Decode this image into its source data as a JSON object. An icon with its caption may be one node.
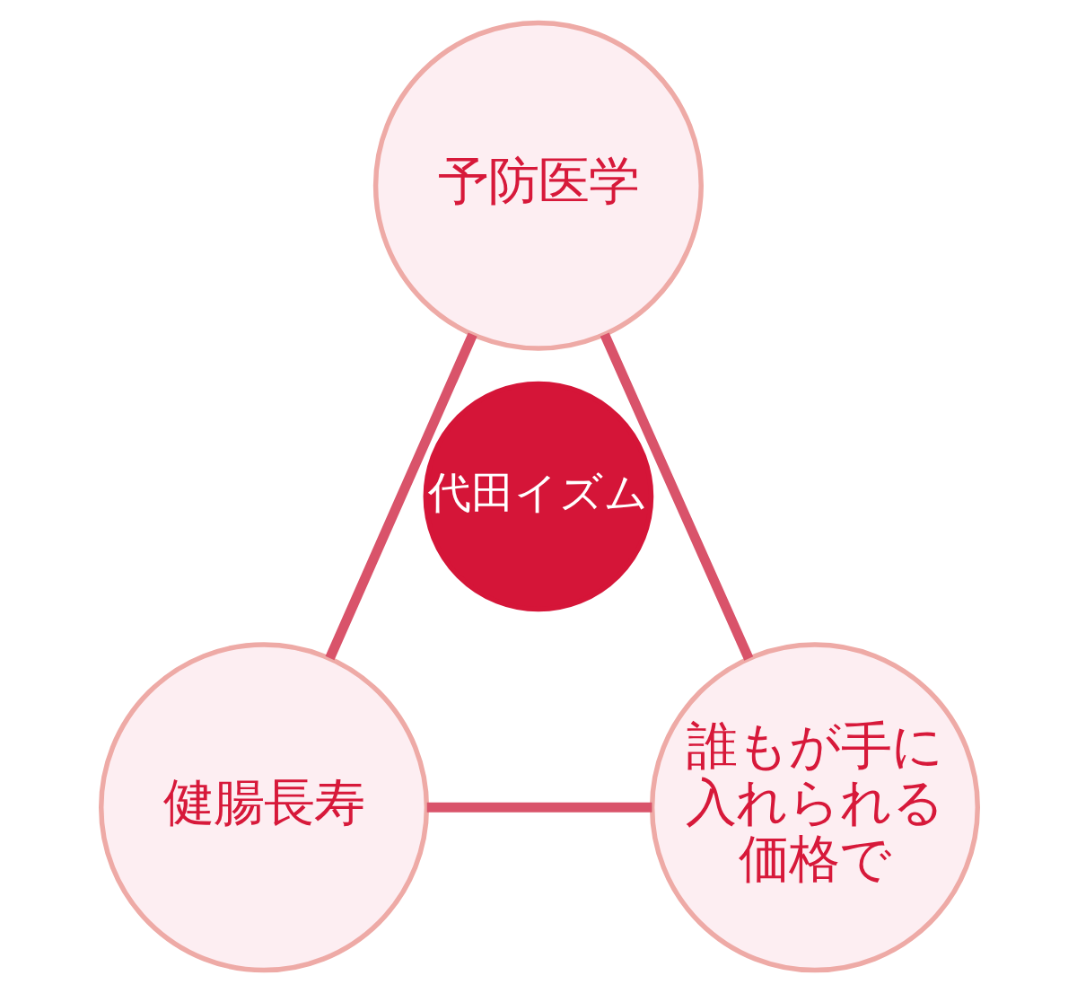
{
  "diagram": {
    "nodes": [
      {
        "text": [
          "予防医学"
        ]
      },
      {
        "text": [
          "代田イズム"
        ]
      },
      {
        "text": [
          "健腸長寿"
        ]
      },
      {
        "text": [
          "誰もが手に入れられる価格で"
        ]
      }
    ],
    "edges": [
      {
        "from": 0,
        "to": 2,
        "arrow": "none"
      },
      {
        "from": 0,
        "to": 3,
        "arrow": "none"
      },
      {
        "from": 2,
        "to": 3,
        "arrow": "none"
      }
    ]
  }
}
